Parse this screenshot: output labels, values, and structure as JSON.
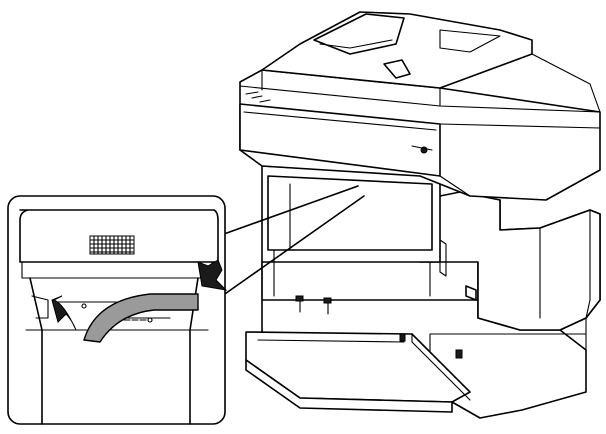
{
  "figure": {
    "subject": "printer-paper-removal",
    "palette": {
      "line": "#000000",
      "fill": "#ffffff",
      "shade": "#9a9a9a"
    },
    "icons": [
      "printer-illustration",
      "inset-detail",
      "paper-removal-arrow",
      "push-arrow"
    ]
  }
}
